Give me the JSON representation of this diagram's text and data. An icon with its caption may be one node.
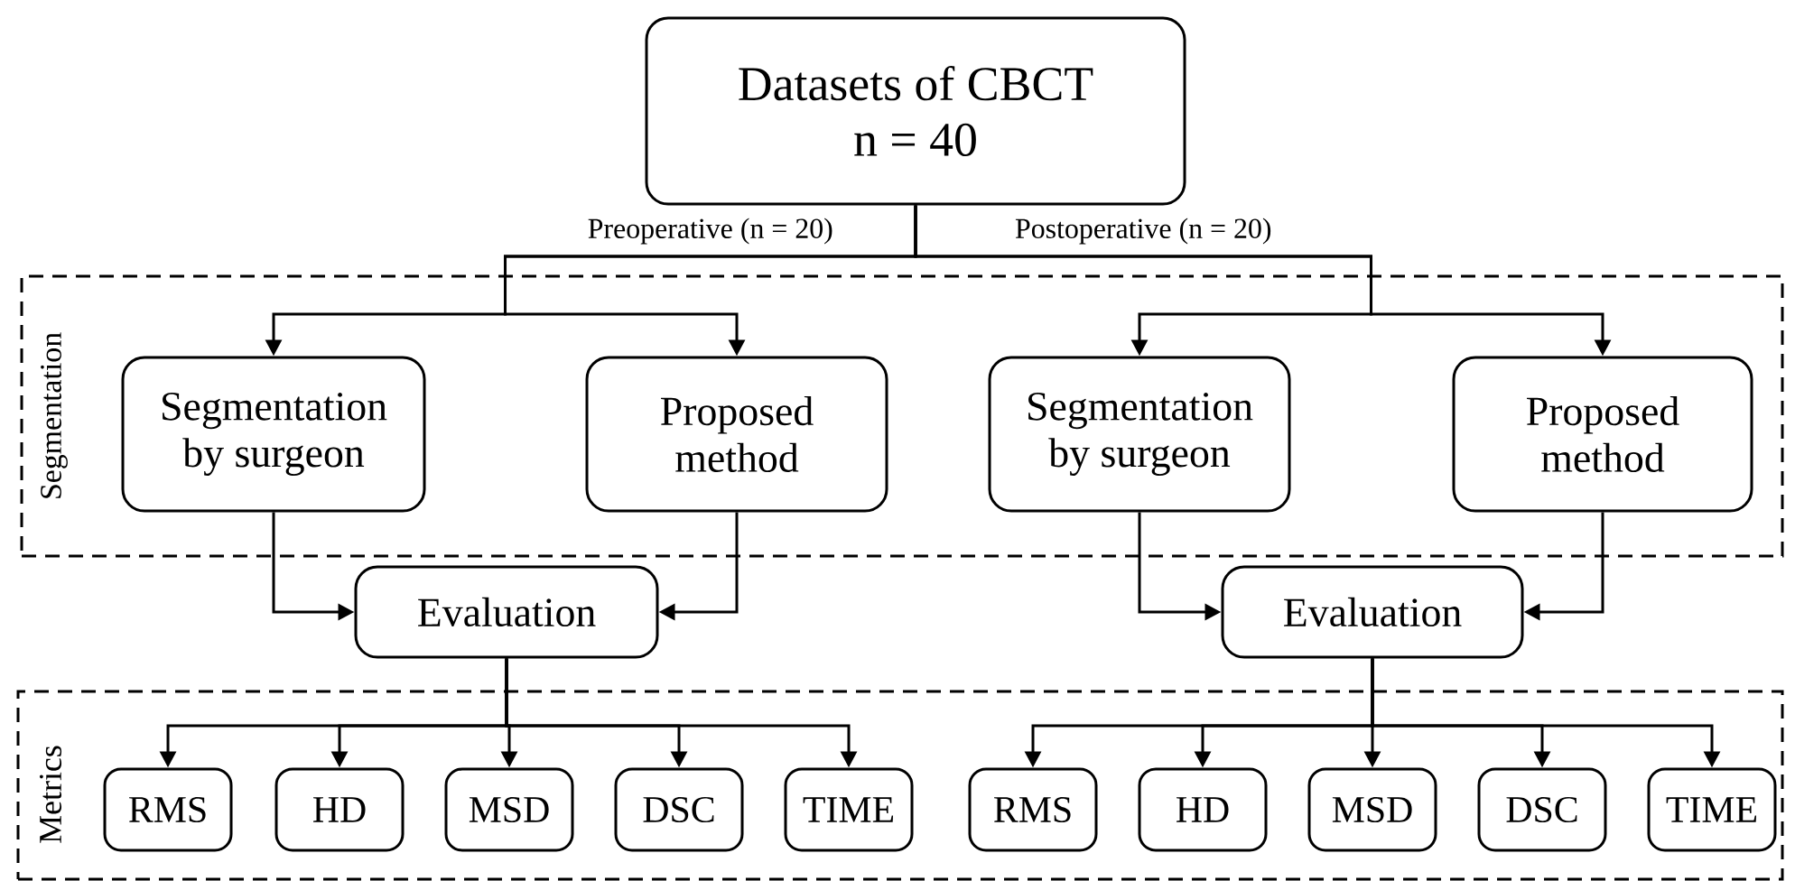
{
  "diagram": {
    "nodes": [
      {
        "text": [
          "Datasets of CBCT n = 40"
        ]
      },
      {
        "text": [
          "Segmentation"
        ]
      },
      {
        "text": [
          "Segmentation by surgeon"
        ],
        "in": 1
      },
      {
        "text": [
          "Proposed method"
        ],
        "in": 1
      },
      {
        "text": [
          "Segmentation by surgeon"
        ],
        "in": 1
      },
      {
        "text": [
          "Proposed method"
        ],
        "in": 1
      },
      {
        "text": [
          "Evaluation"
        ]
      },
      {
        "text": [
          "Evaluation"
        ]
      },
      {
        "text": [
          "Metrics"
        ]
      },
      {
        "text": [
          "RMS"
        ],
        "in": 8
      },
      {
        "text": [
          "HD"
        ],
        "in": 8
      },
      {
        "text": [
          "MSD"
        ],
        "in": 8
      },
      {
        "text": [
          "DSC"
        ],
        "in": 8
      },
      {
        "text": [
          "TIME"
        ],
        "in": 8
      },
      {
        "text": [
          "RMS"
        ],
        "in": 8
      },
      {
        "text": [
          "HD"
        ],
        "in": 8
      },
      {
        "text": [
          "MSD"
        ],
        "in": 8
      },
      {
        "text": [
          "DSC"
        ],
        "in": 8
      },
      {
        "text": [
          "TIME"
        ],
        "in": 8
      }
    ],
    "edges": [
      {
        "from": 0,
        "to": 2,
        "arrow": "to",
        "label": "Preoperative (n = 20)"
      },
      {
        "from": 0,
        "to": 3,
        "arrow": "to"
      },
      {
        "from": 0,
        "to": 4,
        "arrow": "to",
        "label": "Postoperative (n = 20)"
      },
      {
        "from": 0,
        "to": 5,
        "arrow": "to"
      },
      {
        "from": 2,
        "to": 6,
        "arrow": "to"
      },
      {
        "from": 3,
        "to": 6,
        "arrow": "to"
      },
      {
        "from": 4,
        "to": 7,
        "arrow": "to"
      },
      {
        "from": 5,
        "to": 7,
        "arrow": "to"
      },
      {
        "from": 6,
        "to": 9,
        "arrow": "to"
      },
      {
        "from": 6,
        "to": 10,
        "arrow": "to"
      },
      {
        "from": 6,
        "to": 11,
        "arrow": "to"
      },
      {
        "from": 6,
        "to": 12,
        "arrow": "to"
      },
      {
        "from": 6,
        "to": 13,
        "arrow": "to"
      },
      {
        "from": 7,
        "to": 14,
        "arrow": "to"
      },
      {
        "from": 7,
        "to": 15,
        "arrow": "to"
      },
      {
        "from": 7,
        "to": 16,
        "arrow": "to"
      },
      {
        "from": 7,
        "to": 17,
        "arrow": "to"
      },
      {
        "from": 7,
        "to": 18,
        "arrow": "to"
      }
    ]
  }
}
